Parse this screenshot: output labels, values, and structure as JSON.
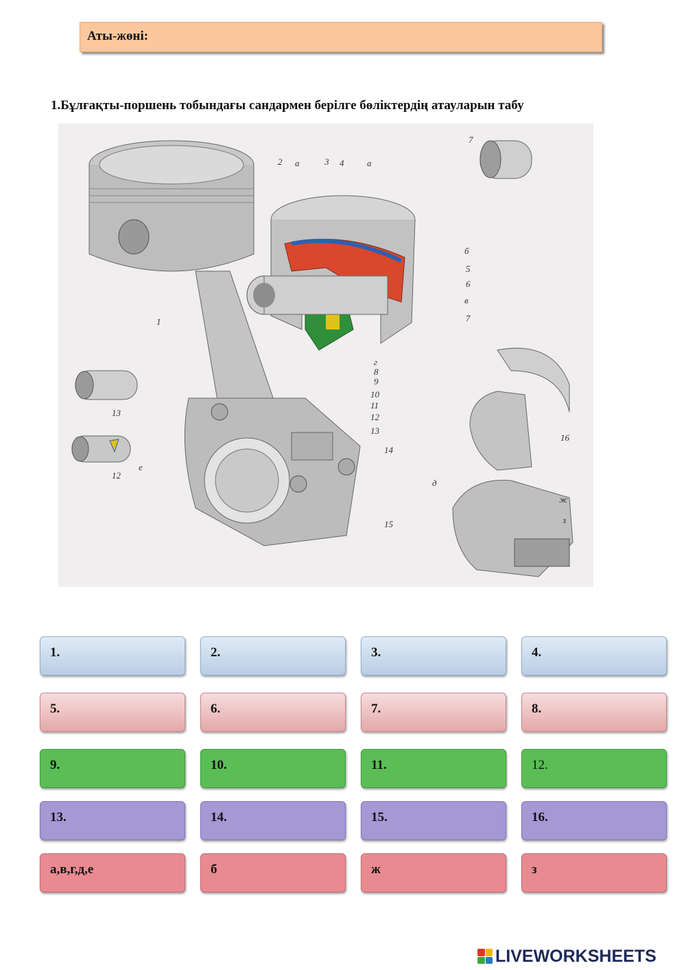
{
  "header": {
    "name_label": "Аты-жөні:"
  },
  "task": {
    "title": "1.Бұлғақты-поршень тобындағы сандармен берілге бөліктердің атауларын табу"
  },
  "figure": {
    "callouts": [
      "1",
      "2",
      "а",
      "3",
      "4",
      "а",
      "7",
      "б",
      "5",
      "6",
      "в",
      "7",
      "г",
      "8",
      "9",
      "10",
      "11",
      "12",
      "13",
      "14",
      "15",
      "13",
      "12",
      "е",
      "16",
      "д",
      "ж",
      "з"
    ]
  },
  "answers": [
    [
      {
        "label": "1."
      },
      {
        "label": "2."
      },
      {
        "label": "3."
      },
      {
        "label": "4."
      }
    ],
    [
      {
        "label": "5."
      },
      {
        "label": "6."
      },
      {
        "label": "7."
      },
      {
        "label": "8."
      }
    ],
    [
      {
        "label": "9."
      },
      {
        "label": "10."
      },
      {
        "label": "11."
      },
      {
        "label": "12."
      }
    ],
    [
      {
        "label": "13."
      },
      {
        "label": "14."
      },
      {
        "label": "15."
      },
      {
        "label": "16."
      }
    ],
    [
      {
        "label": "а,в,г,д,е"
      },
      {
        "label": "б"
      },
      {
        "label": "ж"
      },
      {
        "label": "з"
      }
    ]
  ],
  "colors": {
    "row1": "#c9d9ec",
    "row2": "#eebfc0",
    "row3": "#5bbd55",
    "row4": "#a598d4",
    "row5": "#e98a91",
    "name_bar": "#fbc79d"
  },
  "footer": {
    "logo_text": "LIVEWORKSHEETS"
  }
}
